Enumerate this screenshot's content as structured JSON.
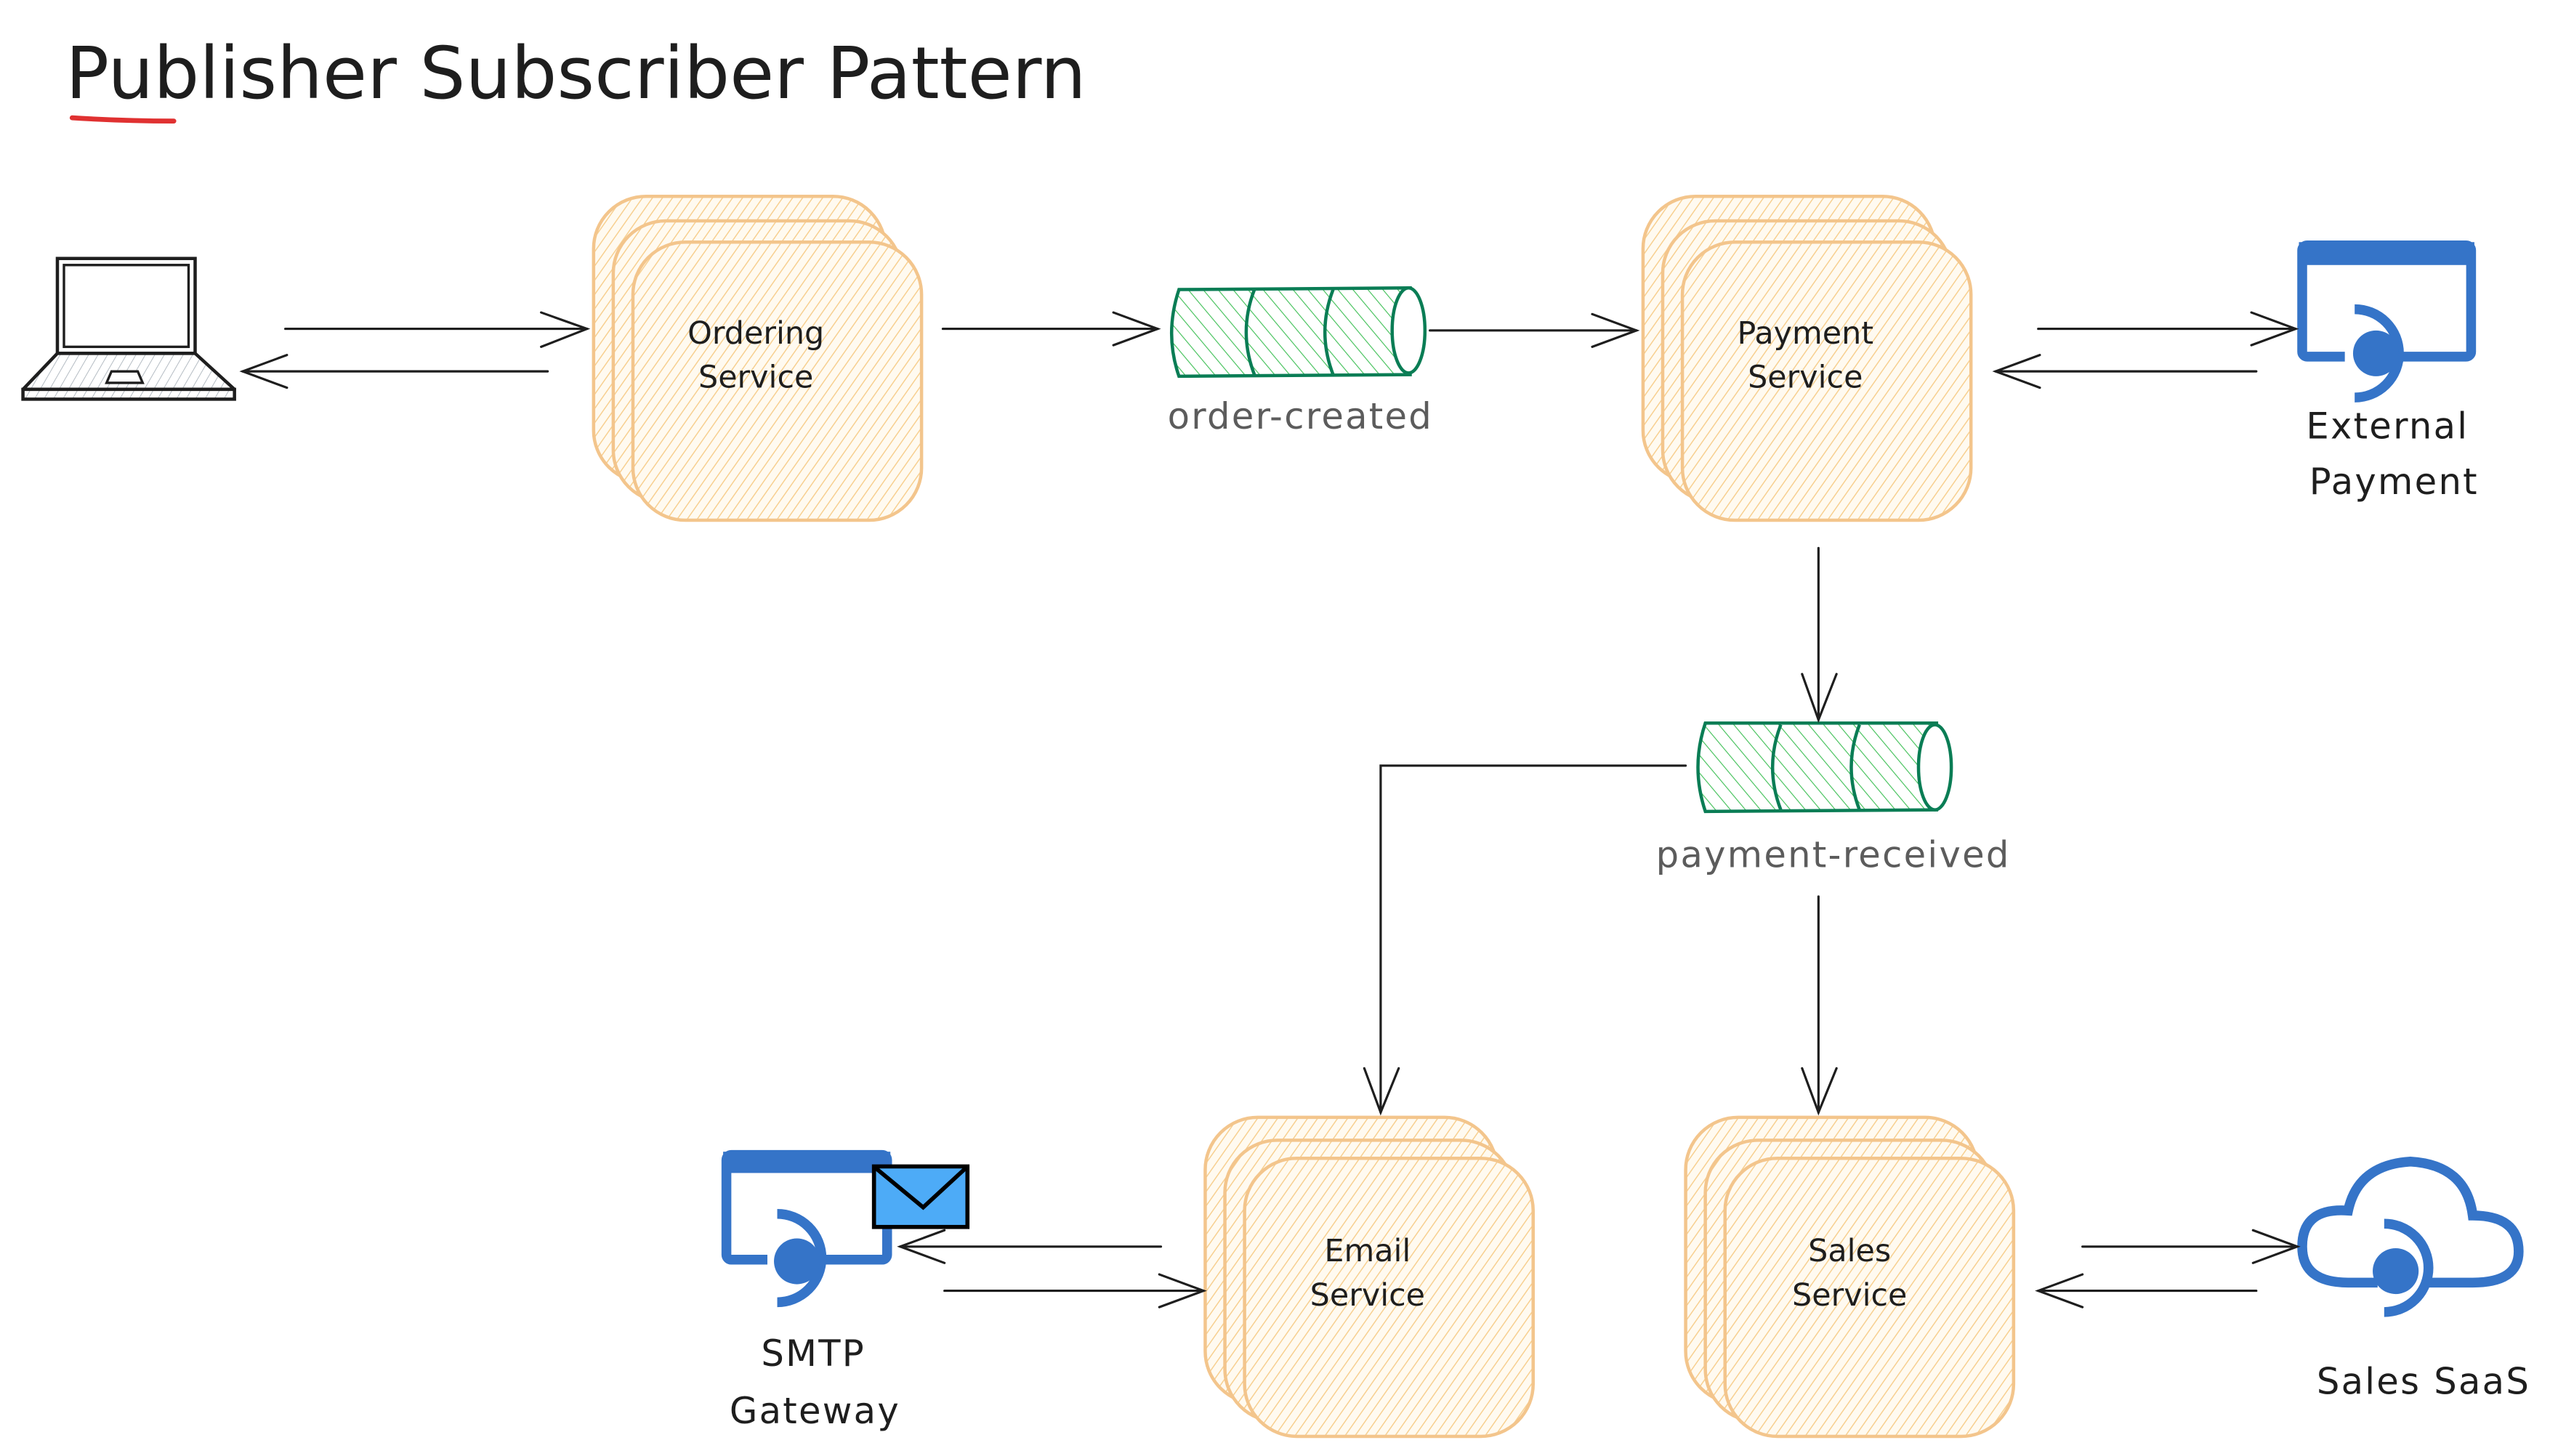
{
  "title": "Publisher Subscriber Pattern",
  "colors": {
    "title_underline": "#e03131",
    "service_stroke": "#f3c58c",
    "service_hatch": "#f7cf8f",
    "queue_stroke": "#0a7d55",
    "queue_hatch": "#40c057",
    "icon_blue": "#3574c8",
    "envelope_fill": "#4dabf7",
    "arrow": "#1e1e1e",
    "queue_label": "#5c5c5c"
  },
  "nodes": {
    "client": {
      "icon": "laptop-icon"
    },
    "ordering_service": {
      "line1": "Ordering",
      "line2": "Service"
    },
    "payment_service": {
      "line1": "Payment",
      "line2": "Service"
    },
    "email_service": {
      "line1": "Email",
      "line2": "Service"
    },
    "sales_service": {
      "line1": "Sales",
      "line2": "Service"
    },
    "external_payment": {
      "icon": "web-app-icon",
      "line1": "External",
      "line2": "Payment"
    },
    "smtp_gateway": {
      "icon": "web-app-mail-icon",
      "line1": "SMTP",
      "line2": "Gateway"
    },
    "sales_saas": {
      "icon": "cloud-app-icon",
      "line1": "Sales SaaS"
    }
  },
  "queues": {
    "order_created": {
      "label": "order-created"
    },
    "payment_received": {
      "label": "payment-received"
    }
  },
  "edges": [
    {
      "from": "client",
      "to": "ordering_service"
    },
    {
      "from": "ordering_service",
      "to": "client"
    },
    {
      "from": "ordering_service",
      "to": "order_created"
    },
    {
      "from": "order_created",
      "to": "payment_service"
    },
    {
      "from": "payment_service",
      "to": "external_payment"
    },
    {
      "from": "external_payment",
      "to": "payment_service"
    },
    {
      "from": "payment_service",
      "to": "payment_received"
    },
    {
      "from": "payment_received",
      "to": "email_service"
    },
    {
      "from": "payment_received",
      "to": "sales_service"
    },
    {
      "from": "email_service",
      "to": "smtp_gateway"
    },
    {
      "from": "smtp_gateway",
      "to": "email_service"
    },
    {
      "from": "sales_service",
      "to": "sales_saas"
    },
    {
      "from": "sales_saas",
      "to": "sales_service"
    }
  ]
}
